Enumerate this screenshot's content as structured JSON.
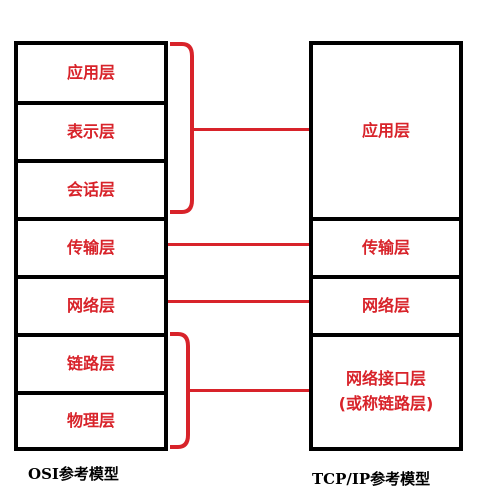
{
  "osi": {
    "layers": [
      "应用层",
      "表示层",
      "会话层",
      "传输层",
      "网络层",
      "链路层",
      "物理层"
    ],
    "caption": "OSI参考模型"
  },
  "tcpip": {
    "layers": [
      {
        "text": "应用层"
      },
      {
        "text": "传输层"
      },
      {
        "text": "网络层"
      },
      {
        "text": "网络接口层",
        "text2": "(或称链路层)"
      }
    ],
    "caption": "TCP/IP参考模型"
  },
  "colors": {
    "accent": "#d8232a",
    "border": "#000000"
  }
}
